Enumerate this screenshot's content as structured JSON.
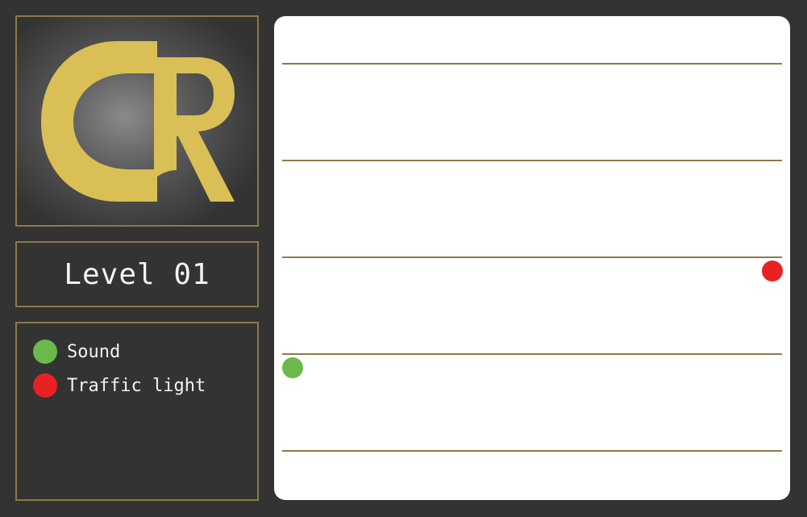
{
  "logo": {
    "monogram": "CR",
    "color": "#d9bf55"
  },
  "level": {
    "label": "Level 01"
  },
  "legend": {
    "items": [
      {
        "label": "Sound",
        "color": "#6ab94a"
      },
      {
        "label": "Traffic light",
        "color": "#e82222"
      }
    ]
  },
  "board": {
    "lane_count": 5,
    "line_color": "#8a7b45",
    "tokens": [
      {
        "type": "traffic-light",
        "color": "#e82222",
        "lane": 3,
        "progress": 1.0
      },
      {
        "type": "sound",
        "color": "#6ab94a",
        "lane": 4,
        "progress": 0.0
      }
    ]
  }
}
